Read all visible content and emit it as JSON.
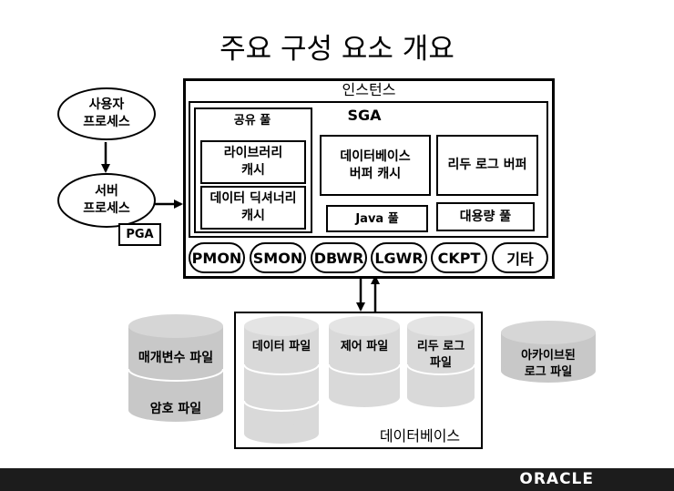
{
  "title": "주요 구성 요소 개요",
  "user_process": [
    "사용자",
    "프로세스"
  ],
  "server_process": [
    "서버",
    "프로세스"
  ],
  "pga": "PGA",
  "instance": "인스턴스",
  "sga": "SGA",
  "shared_pool": "공유 풀",
  "library_cache": [
    "라이브러리",
    "캐시"
  ],
  "dictionary_cache": [
    "데이터 딕셔너리",
    "캐시"
  ],
  "db_buffer_cache": [
    "데이터베이스",
    "버퍼 캐시"
  ],
  "redo_log_buffer": "리두 로그 버퍼",
  "java_pool": "Java 풀",
  "large_pool": "대용량 풀",
  "background_processes": [
    "PMON",
    "SMON",
    "DBWR",
    "LGWR",
    "CKPT",
    "기타"
  ],
  "parameter_file": "매개변수 파일",
  "password_file": "암호 파일",
  "data_file": "데이터 파일",
  "control_file": "제어 파일",
  "redo_log_file": [
    "리두 로그",
    "파일"
  ],
  "archived_log_file": [
    "아카이브된",
    "로그 파일"
  ],
  "database": "데이터베이스",
  "footer_brand": "ORACLE"
}
